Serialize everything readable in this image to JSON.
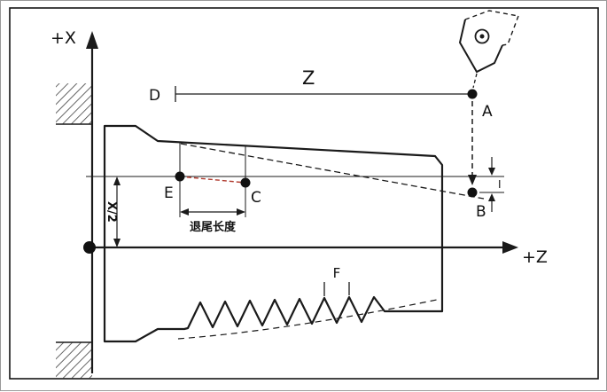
{
  "colors": {
    "line": "#1a1a1a",
    "accent_red": "#b03a2e"
  },
  "labels": {
    "axis_x": "+X",
    "axis_z": "+Z",
    "dim_z": "Z",
    "point_a": "A",
    "point_b": "B",
    "point_c": "C",
    "point_d": "D",
    "point_e": "E",
    "dim_x_half": "X/2",
    "dim_tail_length": "退尾长度",
    "dim_pitch": "F",
    "dim_taper": "I"
  }
}
